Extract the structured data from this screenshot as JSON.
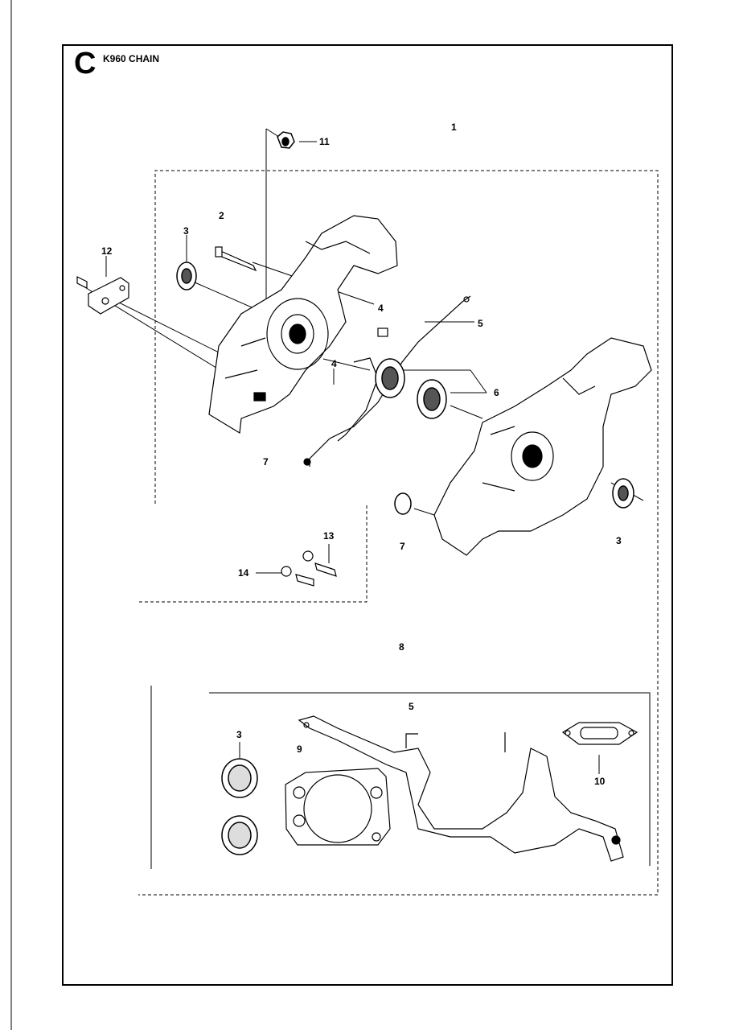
{
  "header": {
    "section_letter": "C",
    "title": "K960 CHAIN"
  },
  "callouts": [
    {
      "id": "c1",
      "label": "1"
    },
    {
      "id": "c2",
      "label": "2"
    },
    {
      "id": "c3a",
      "label": "3"
    },
    {
      "id": "c3b",
      "label": "3"
    },
    {
      "id": "c3c",
      "label": "3"
    },
    {
      "id": "c4a",
      "label": "4"
    },
    {
      "id": "c4b",
      "label": "4"
    },
    {
      "id": "c5a",
      "label": "5"
    },
    {
      "id": "c5b",
      "label": "5"
    },
    {
      "id": "c6",
      "label": "6"
    },
    {
      "id": "c7a",
      "label": "7"
    },
    {
      "id": "c7b",
      "label": "7"
    },
    {
      "id": "c8",
      "label": "8"
    },
    {
      "id": "c9",
      "label": "9"
    },
    {
      "id": "c10",
      "label": "10"
    },
    {
      "id": "c11",
      "label": "11"
    },
    {
      "id": "c12",
      "label": "12"
    },
    {
      "id": "c13",
      "label": "13"
    },
    {
      "id": "c14",
      "label": "14"
    }
  ]
}
